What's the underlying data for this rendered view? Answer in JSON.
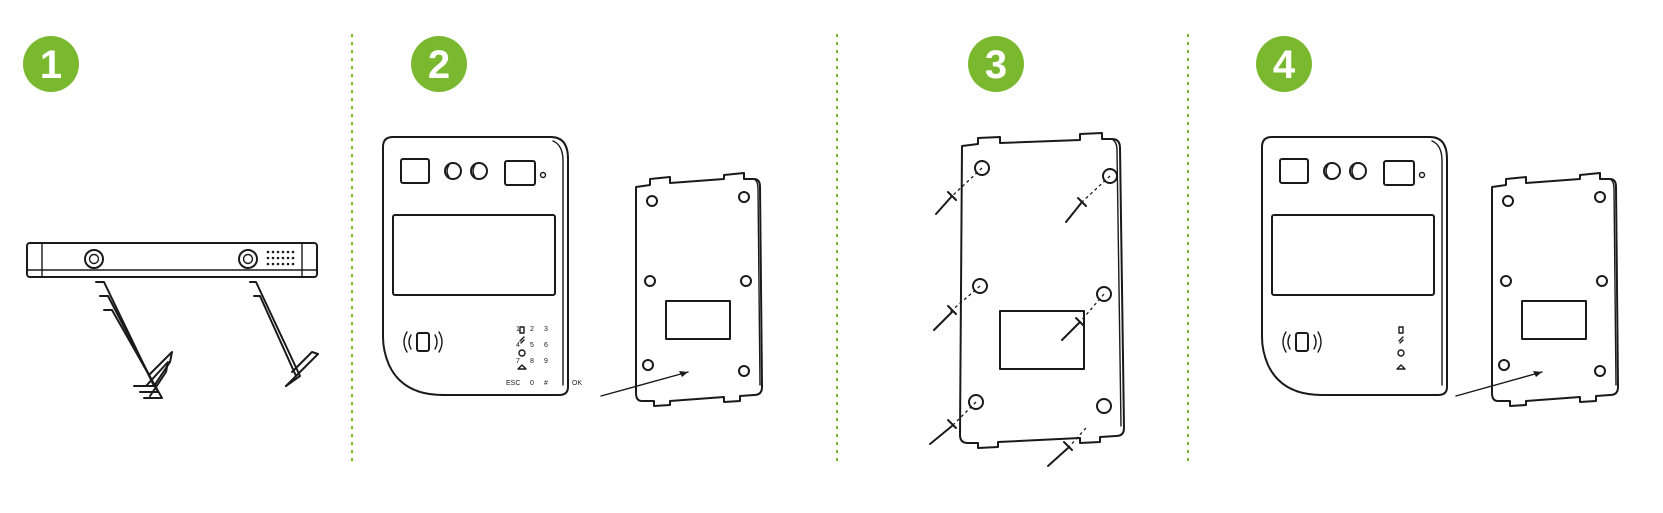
{
  "steps": [
    {
      "number": "1"
    },
    {
      "number": "2"
    },
    {
      "number": "3"
    },
    {
      "number": "4"
    }
  ],
  "colors": {
    "step_badge": "#7ab92f",
    "divider": "#7ab92f",
    "line_art": "#1a1a1a",
    "background": "#ffffff"
  },
  "keypad": {
    "row1": [
      "1",
      "2",
      "3"
    ],
    "row2": [
      "4",
      "5",
      "6"
    ],
    "row3": [
      "7",
      "8",
      "9"
    ],
    "row4": [
      "ESC",
      "0",
      "#"
    ],
    "ok_label": "OK"
  }
}
